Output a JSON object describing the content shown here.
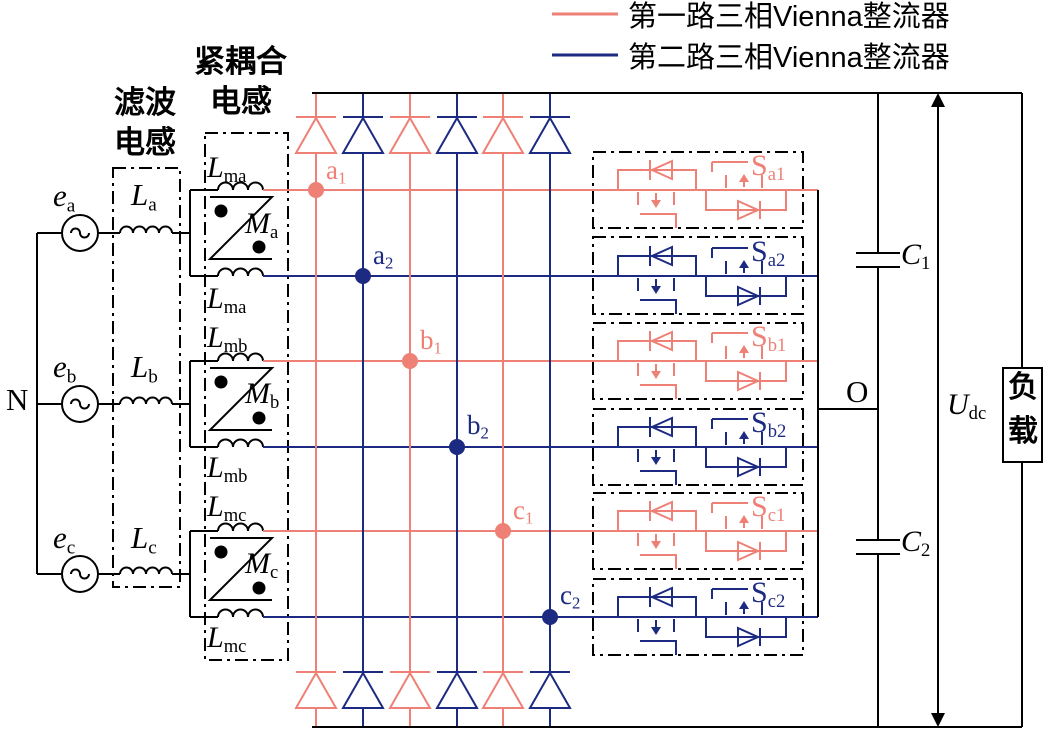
{
  "legend": [
    {
      "label": "第一路三相Vienna整流器",
      "color": "#ee8076"
    },
    {
      "label": "第二路三相Vienna整流器",
      "color": "#1c2a82"
    }
  ],
  "labels": {
    "coupled_title_1": "紧耦合",
    "coupled_title_2": "电感",
    "filter_title_1": "滤波",
    "filter_title_2": "电感",
    "neutral": "N",
    "midpoint": "O",
    "load_1": "负",
    "load_2": "载"
  },
  "sources": [
    {
      "main": "e",
      "sub": "a"
    },
    {
      "main": "e",
      "sub": "b"
    },
    {
      "main": "e",
      "sub": "c"
    }
  ],
  "filter_inductors": [
    {
      "main": "L",
      "sub": "a"
    },
    {
      "main": "L",
      "sub": "b"
    },
    {
      "main": "L",
      "sub": "c"
    }
  ],
  "coupled_inductors": [
    {
      "top": {
        "main": "L",
        "sub": "ma"
      },
      "mutual": {
        "main": "M",
        "sub": "a"
      },
      "bottom": {
        "main": "L",
        "sub": "ma"
      }
    },
    {
      "top": {
        "main": "L",
        "sub": "mb"
      },
      "mutual": {
        "main": "M",
        "sub": "b"
      },
      "bottom": {
        "main": "L",
        "sub": "mb"
      }
    },
    {
      "top": {
        "main": "L",
        "sub": "mc"
      },
      "mutual": {
        "main": "M",
        "sub": "c"
      },
      "bottom": {
        "main": "L",
        "sub": "mc"
      }
    }
  ],
  "nodes": [
    {
      "main": "a",
      "sub": "1"
    },
    {
      "main": "a",
      "sub": "2"
    },
    {
      "main": "b",
      "sub": "1"
    },
    {
      "main": "b",
      "sub": "2"
    },
    {
      "main": "c",
      "sub": "1"
    },
    {
      "main": "c",
      "sub": "2"
    }
  ],
  "switches": [
    {
      "main": "S",
      "sub": "a1"
    },
    {
      "main": "S",
      "sub": "a2"
    },
    {
      "main": "S",
      "sub": "b1"
    },
    {
      "main": "S",
      "sub": "b2"
    },
    {
      "main": "S",
      "sub": "c1"
    },
    {
      "main": "S",
      "sub": "c2"
    }
  ],
  "capacitors": [
    {
      "main": "C",
      "sub": "1"
    },
    {
      "main": "C",
      "sub": "2"
    }
  ],
  "dc_voltage": {
    "main": "U",
    "sub": "dc"
  },
  "colors": {
    "rectifier1": "#ee8076",
    "rectifier2": "#1c2a82",
    "wire": "#000000"
  }
}
